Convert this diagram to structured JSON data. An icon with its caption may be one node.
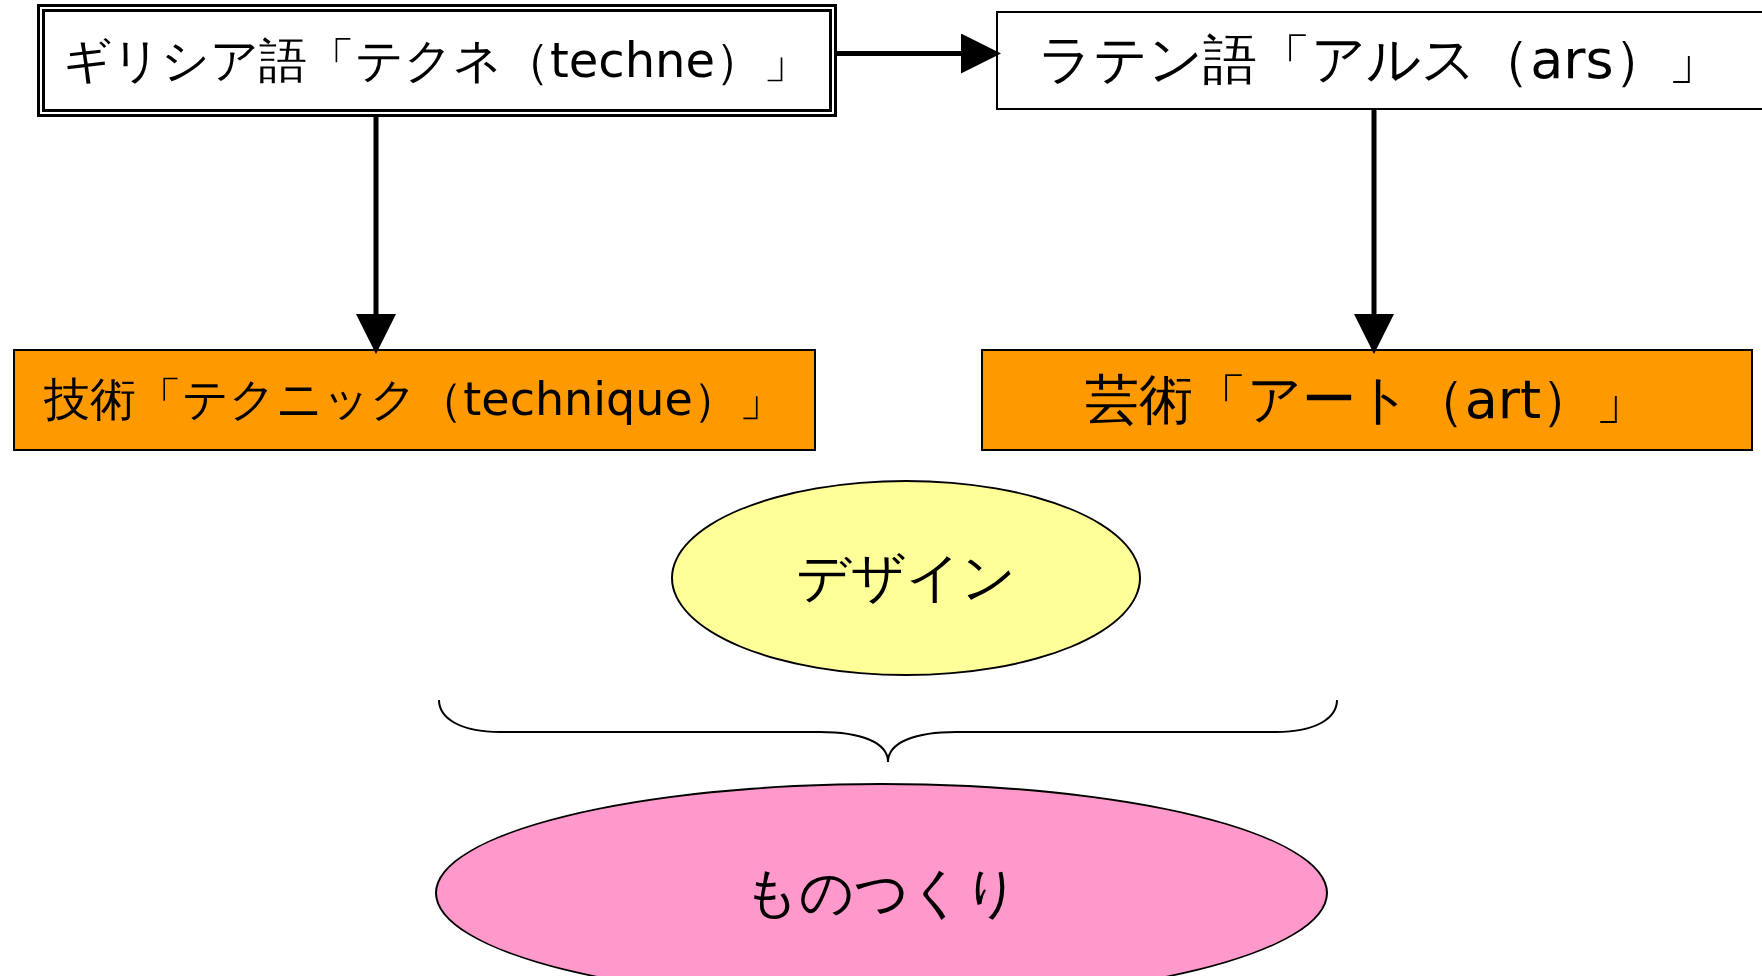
{
  "diagram": {
    "nodes": [
      {
        "text": [
          "ギリシア語「テクネ（techne）」"
        ]
      },
      {
        "text": [
          "ラテン語「アルス（ars）」"
        ]
      },
      {
        "text": [
          "技術「テクニック（technique）」"
        ]
      },
      {
        "text": [
          "芸術「アート（art）」"
        ]
      },
      {
        "text": [
          "デザイン"
        ]
      },
      {
        "text": [
          "ものつくり"
        ]
      }
    ],
    "edges": [
      {
        "from": 0,
        "to": 1,
        "arrow": "to"
      },
      {
        "from": 0,
        "to": 2,
        "arrow": "to"
      },
      {
        "from": 1,
        "to": 3,
        "arrow": "to"
      }
    ]
  }
}
